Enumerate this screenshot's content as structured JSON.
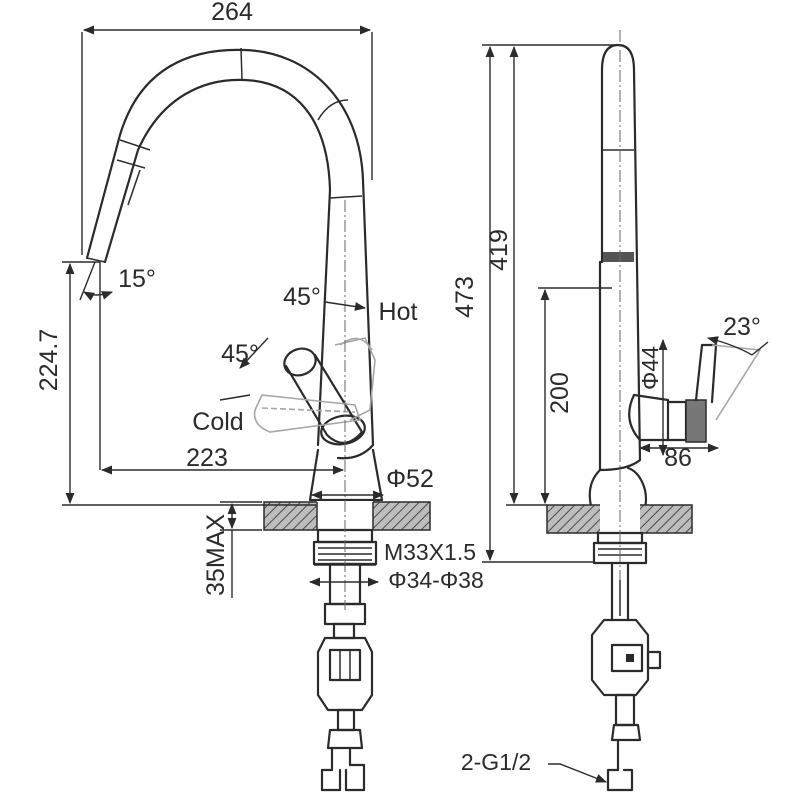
{
  "dimensions": {
    "overall_reach": "264",
    "spray_angle": "15°",
    "spout_height": "224.7",
    "base_to_spray": "223",
    "lever_angle_hot": "45°",
    "lever_angle_cold": "45°",
    "hot_label": "Hot",
    "cold_label": "Cold",
    "base_diameter": "Φ52",
    "deck_thickness": "35MAX",
    "thread": "M33X1.5",
    "hole_range": "Φ34-Φ38",
    "total_height": "473",
    "spout_outlet_height": "419",
    "lever_height": "200",
    "handle_diameter": "Φ44",
    "handle_angle": "23°",
    "handle_depth": "86",
    "inlet_connection": "2-G1/2"
  }
}
